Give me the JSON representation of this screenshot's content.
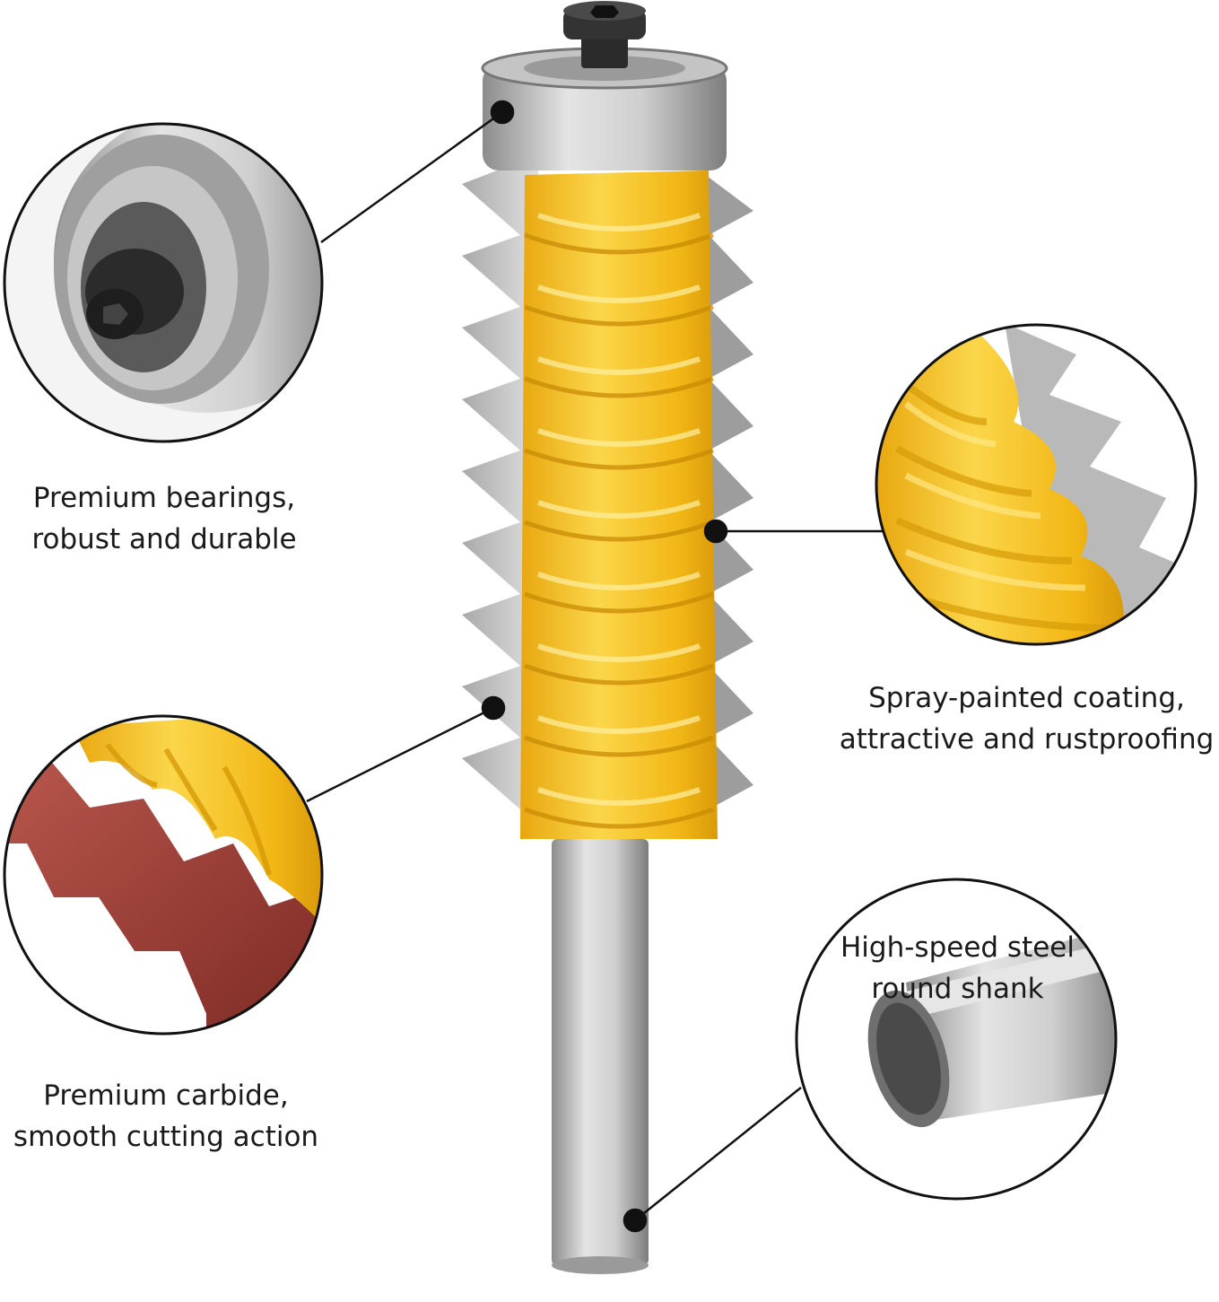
{
  "callouts": {
    "bearing": {
      "line1": "Premium bearings,",
      "line2": "robust and durable"
    },
    "coating": {
      "line1": "Spray-painted coating,",
      "line2": "attractive and rustproofing"
    },
    "carbide": {
      "line1": "Premium carbide,",
      "line2": "smooth cutting action"
    },
    "shank": {
      "line1": "High-speed steel",
      "line2": "round shank"
    }
  },
  "colors": {
    "body_yellow": "#f5bf1a",
    "steel": "#b8b8b8",
    "carbide": "#c9c9c9",
    "carbide_closeup": "#9c3b34",
    "outline": "#111111"
  }
}
